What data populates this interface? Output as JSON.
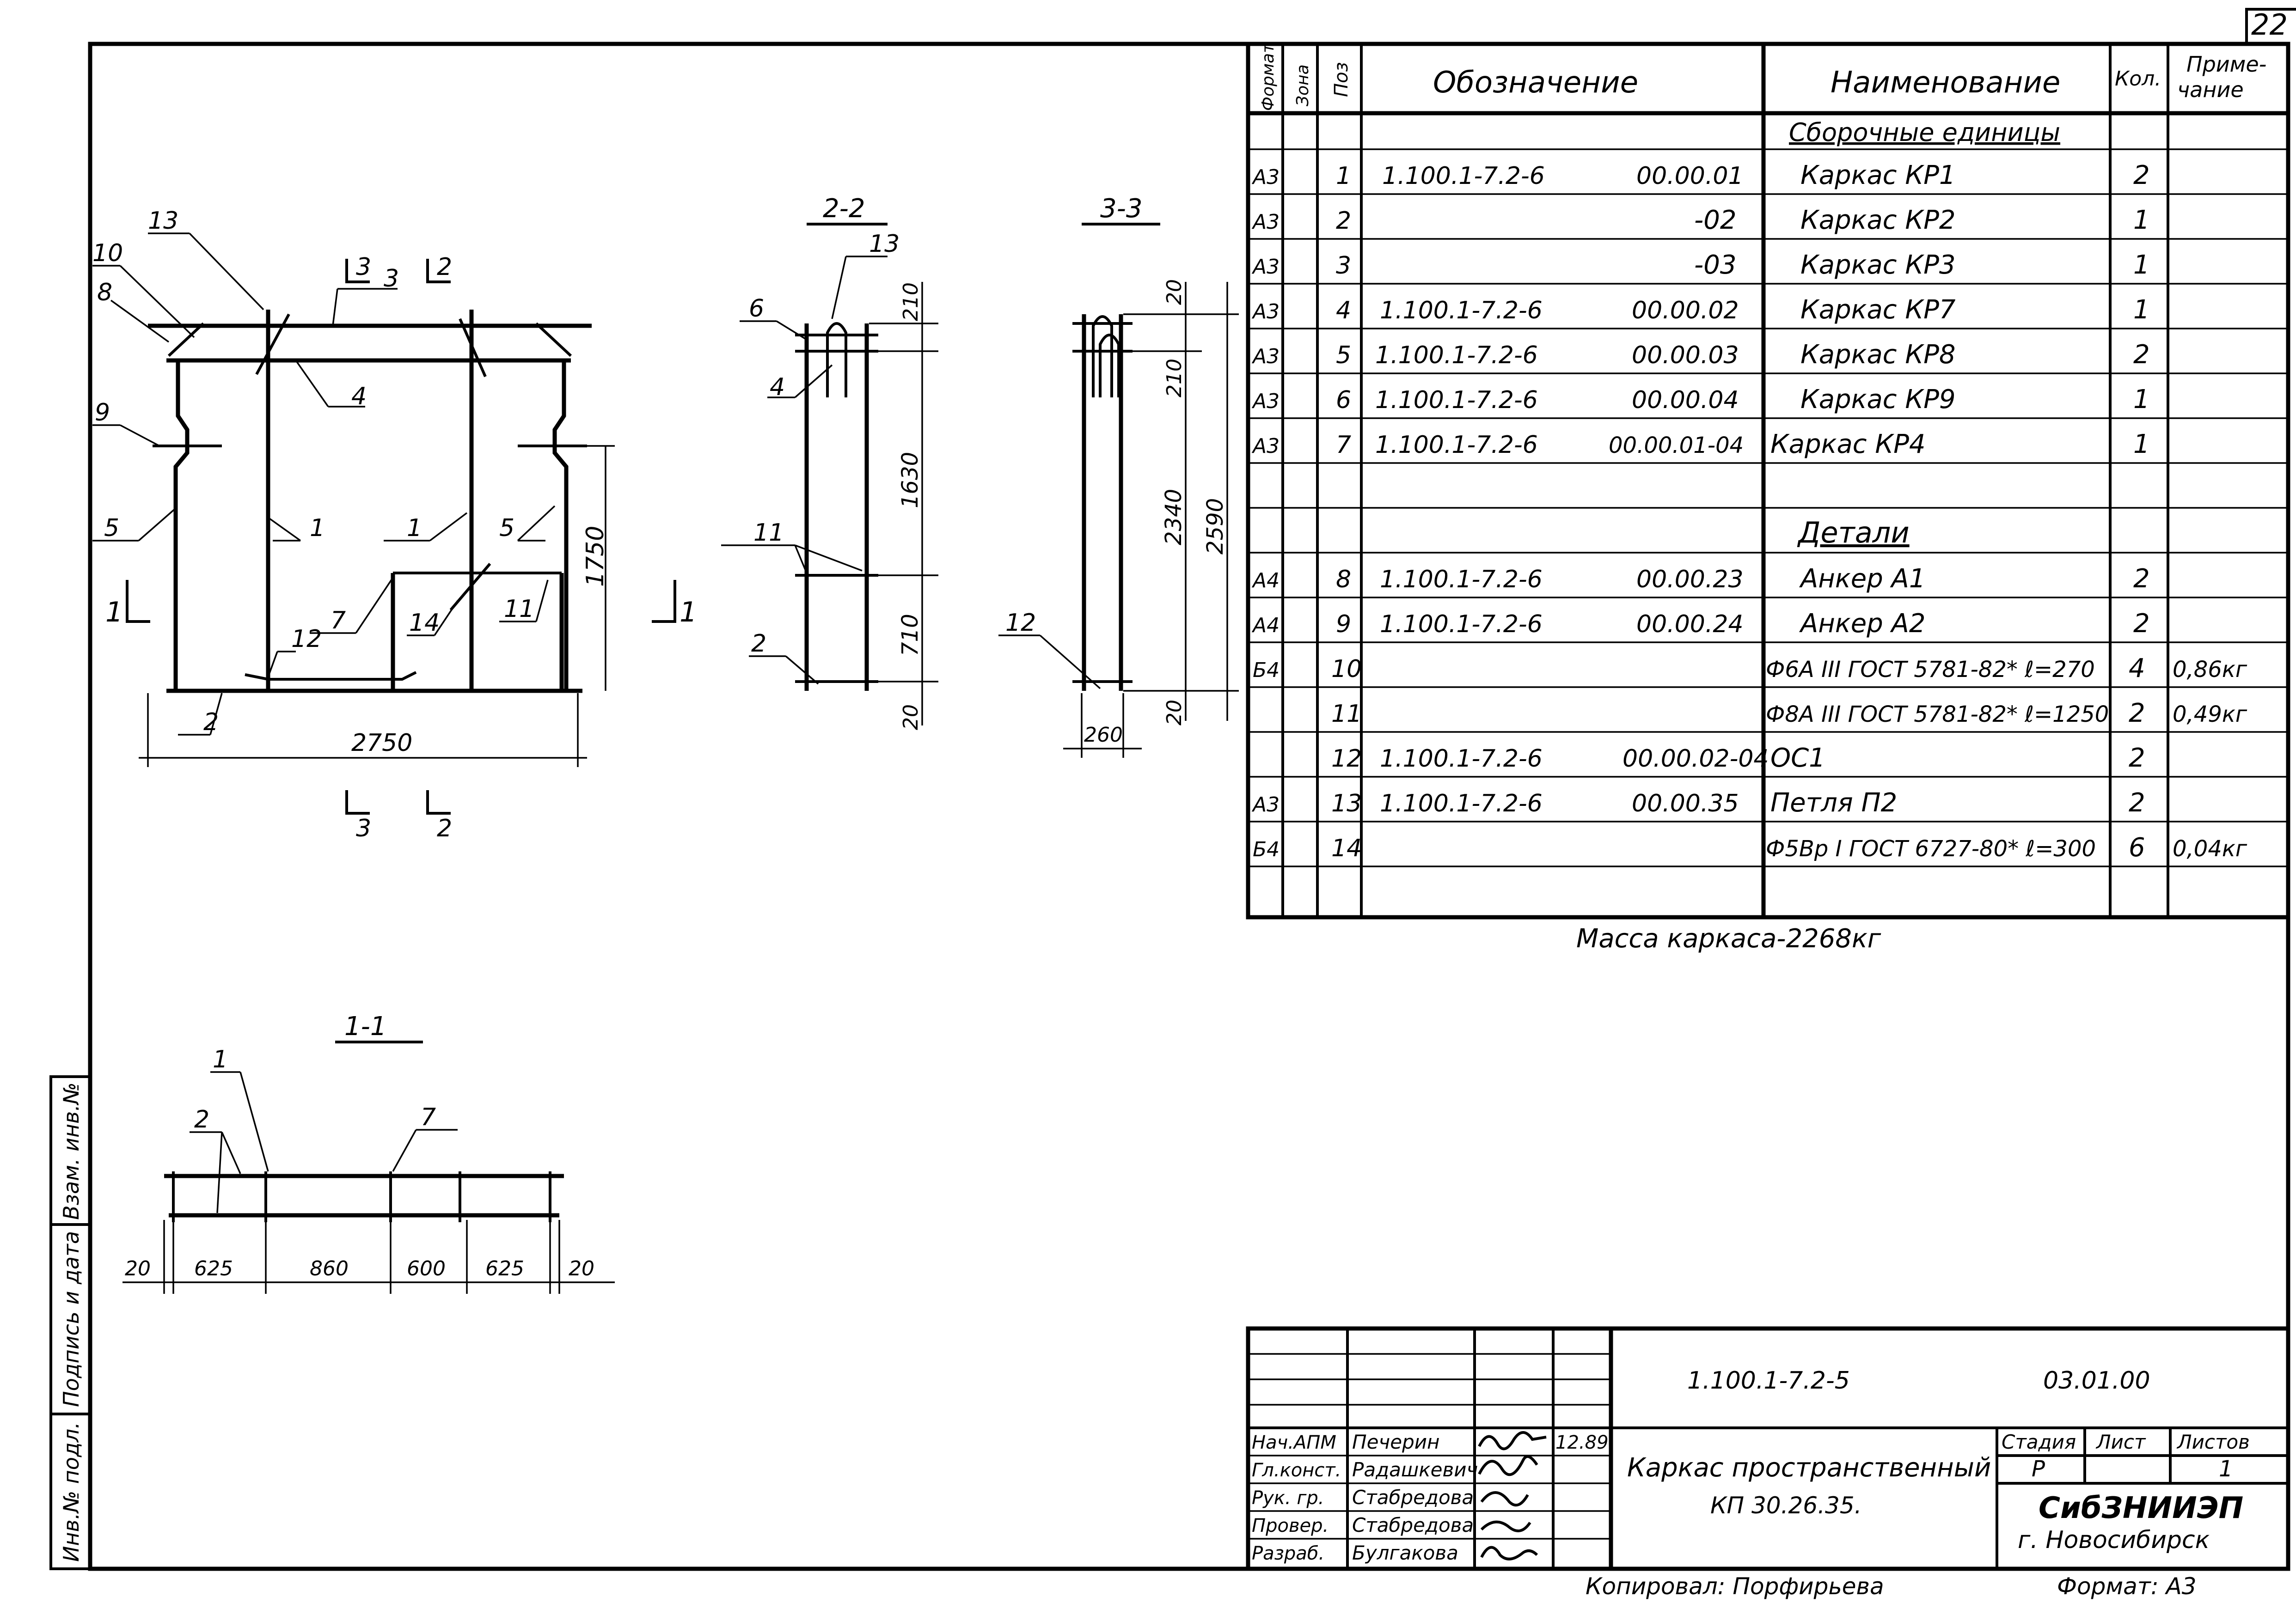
{
  "page_number": "22",
  "spec_table": {
    "headers": {
      "format": "Формат",
      "zone": "Зона",
      "pos": "Поз",
      "designation": "Обозначение",
      "name": "Наименование",
      "qty": "Кол.",
      "note_line1": "Приме-",
      "note_line2": "чание"
    },
    "sections": {
      "assembly": "Сборочные единицы",
      "details": "Детали"
    },
    "rows": [
      {
        "fmt": "А3",
        "pos": "1",
        "doc": "1.100.1-7.2-6",
        "code": "00.00.01",
        "name": "Каркас КР1",
        "qty": "2",
        "note": ""
      },
      {
        "fmt": "А3",
        "pos": "2",
        "doc": "",
        "code": "-02",
        "name": "Каркас КР2",
        "qty": "1",
        "note": ""
      },
      {
        "fmt": "А3",
        "pos": "3",
        "doc": "",
        "code": "-03",
        "name": "Каркас КР3",
        "qty": "1",
        "note": ""
      },
      {
        "fmt": "А3",
        "pos": "4",
        "doc": "1.100.1-7.2-6",
        "code": "00.00.02",
        "name": "Каркас КР7",
        "qty": "1",
        "note": ""
      },
      {
        "fmt": "А3",
        "pos": "5",
        "doc": "1.100.1-7.2-6",
        "code": "00.00.03",
        "name": "Каркас КР8",
        "qty": "2",
        "note": ""
      },
      {
        "fmt": "А3",
        "pos": "6",
        "doc": "1.100.1-7.2-6",
        "code": "00.00.04",
        "name": "Каркас КР9",
        "qty": "1",
        "note": ""
      },
      {
        "fmt": "А3",
        "pos": "7",
        "doc": "1.100.1-7.2-6",
        "code": "00.00.01-04",
        "name": "Каркас КР4",
        "qty": "1",
        "note": ""
      },
      {
        "fmt": "А4",
        "pos": "8",
        "doc": "1.100.1-7.2-6",
        "code": "00.00.23",
        "name": "Анкер А1",
        "qty": "2",
        "note": ""
      },
      {
        "fmt": "А4",
        "pos": "9",
        "doc": "1.100.1-7.2-6",
        "code": "00.00.24",
        "name": "Анкер А2",
        "qty": "2",
        "note": ""
      },
      {
        "fmt": "Б4",
        "pos": "10",
        "doc": "",
        "code": "",
        "name": "Ф6А III ГОСТ 5781-82* ℓ=270",
        "qty": "4",
        "note": "0,86кг"
      },
      {
        "fmt": "",
        "pos": "11",
        "doc": "",
        "code": "",
        "name": "Ф8А III ГОСТ 5781-82* ℓ=1250",
        "qty": "2",
        "note": "0,49кг"
      },
      {
        "fmt": "",
        "pos": "12",
        "doc": "1.100.1-7.2-6",
        "code": "00.00.02-04",
        "name": "ОС1",
        "qty": "2",
        "note": ""
      },
      {
        "fmt": "А3",
        "pos": "13",
        "doc": "1.100.1-7.2-6",
        "code": "00.00.35",
        "name": "Петля П2",
        "qty": "2",
        "note": ""
      },
      {
        "fmt": "Б4",
        "pos": "14",
        "doc": "",
        "code": "",
        "name": "Ф5Вр I ГОСТ 6727-80* ℓ=300",
        "qty": "6",
        "note": "0,04кг"
      }
    ],
    "mass": "Масса каркаса-2268кг"
  },
  "drawing": {
    "section_labels": {
      "s22": "2-2",
      "s33": "3-3",
      "s11": "1-1",
      "n1": "1",
      "n2": "2",
      "n3": "3"
    },
    "dims": {
      "d2750": "2750",
      "d1750": "1750",
      "d210": "210",
      "d1630": "1630",
      "d710": "710",
      "d20": "20",
      "d2340": "2340",
      "d2590": "2590",
      "d260": "260",
      "d625": "625",
      "d860": "860",
      "d600": "600"
    },
    "callouts": [
      "1",
      "2",
      "3",
      "4",
      "5",
      "6",
      "7",
      "8",
      "9",
      "10",
      "11",
      "12",
      "13",
      "14"
    ]
  },
  "title_block": {
    "doc_number": "1.100.1-7.2-5",
    "doc_code": "03.01.00",
    "title_line1": "Каркас пространственный",
    "title_line2": "КП 30.26.35.",
    "stage_label": "Стадия",
    "sheet_label": "Лист",
    "sheets_label": "Листов",
    "stage": "Р",
    "sheets": "1",
    "org": "СибЗНИИЭП",
    "city": "г. Новосибирск",
    "date": "12.89",
    "roles": [
      {
        "role": "Нач.АПМ",
        "person": "Печерин"
      },
      {
        "role": "Гл.конст.",
        "person": "Радашкевич"
      },
      {
        "role": "Рук. гр.",
        "person": "Стабредова"
      },
      {
        "role": "Провер.",
        "person": "Стабредова"
      },
      {
        "role": "Разраб.",
        "person": "Булгакова"
      }
    ],
    "copied_by": "Копировал: Порфирьева",
    "format": "Формат: А3"
  },
  "side_stamp": {
    "inv_orig": "Инв.№ подл.",
    "sign_date": "Подпись и дата",
    "inv_replace": "Взам. инв.№"
  }
}
